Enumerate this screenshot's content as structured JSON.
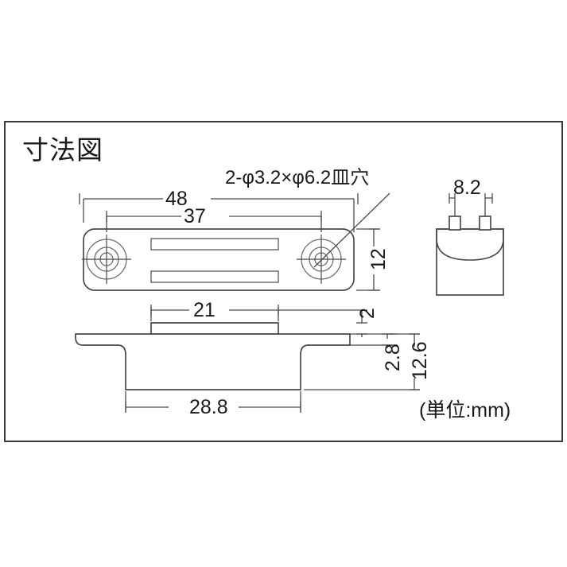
{
  "drawing": {
    "title": "寸法図",
    "unit_note": "(単位:mm)",
    "callout": "2-φ3.2×φ6.2皿穴",
    "dimensions": {
      "overall_length": "48",
      "hole_pitch": "37",
      "plate_width": "12",
      "end_view_width": "8.2",
      "boss_width": "21",
      "boss_height": "2",
      "flange_thickness": "2.8",
      "overall_height": "12.6",
      "base_length": "28.8"
    }
  },
  "chart_data": {
    "type": "table",
    "title": "寸法図",
    "categories": [
      "48",
      "37",
      "12",
      "8.2",
      "21",
      "2",
      "2.8",
      "12.6",
      "28.8"
    ],
    "values": [
      48,
      37,
      12,
      8.2,
      21,
      2,
      2.8,
      12.6,
      28.8
    ],
    "annotations": [
      "2-φ3.2×φ6.2皿穴",
      "(単位:mm)"
    ],
    "xlabel": "",
    "ylabel": "mm"
  }
}
